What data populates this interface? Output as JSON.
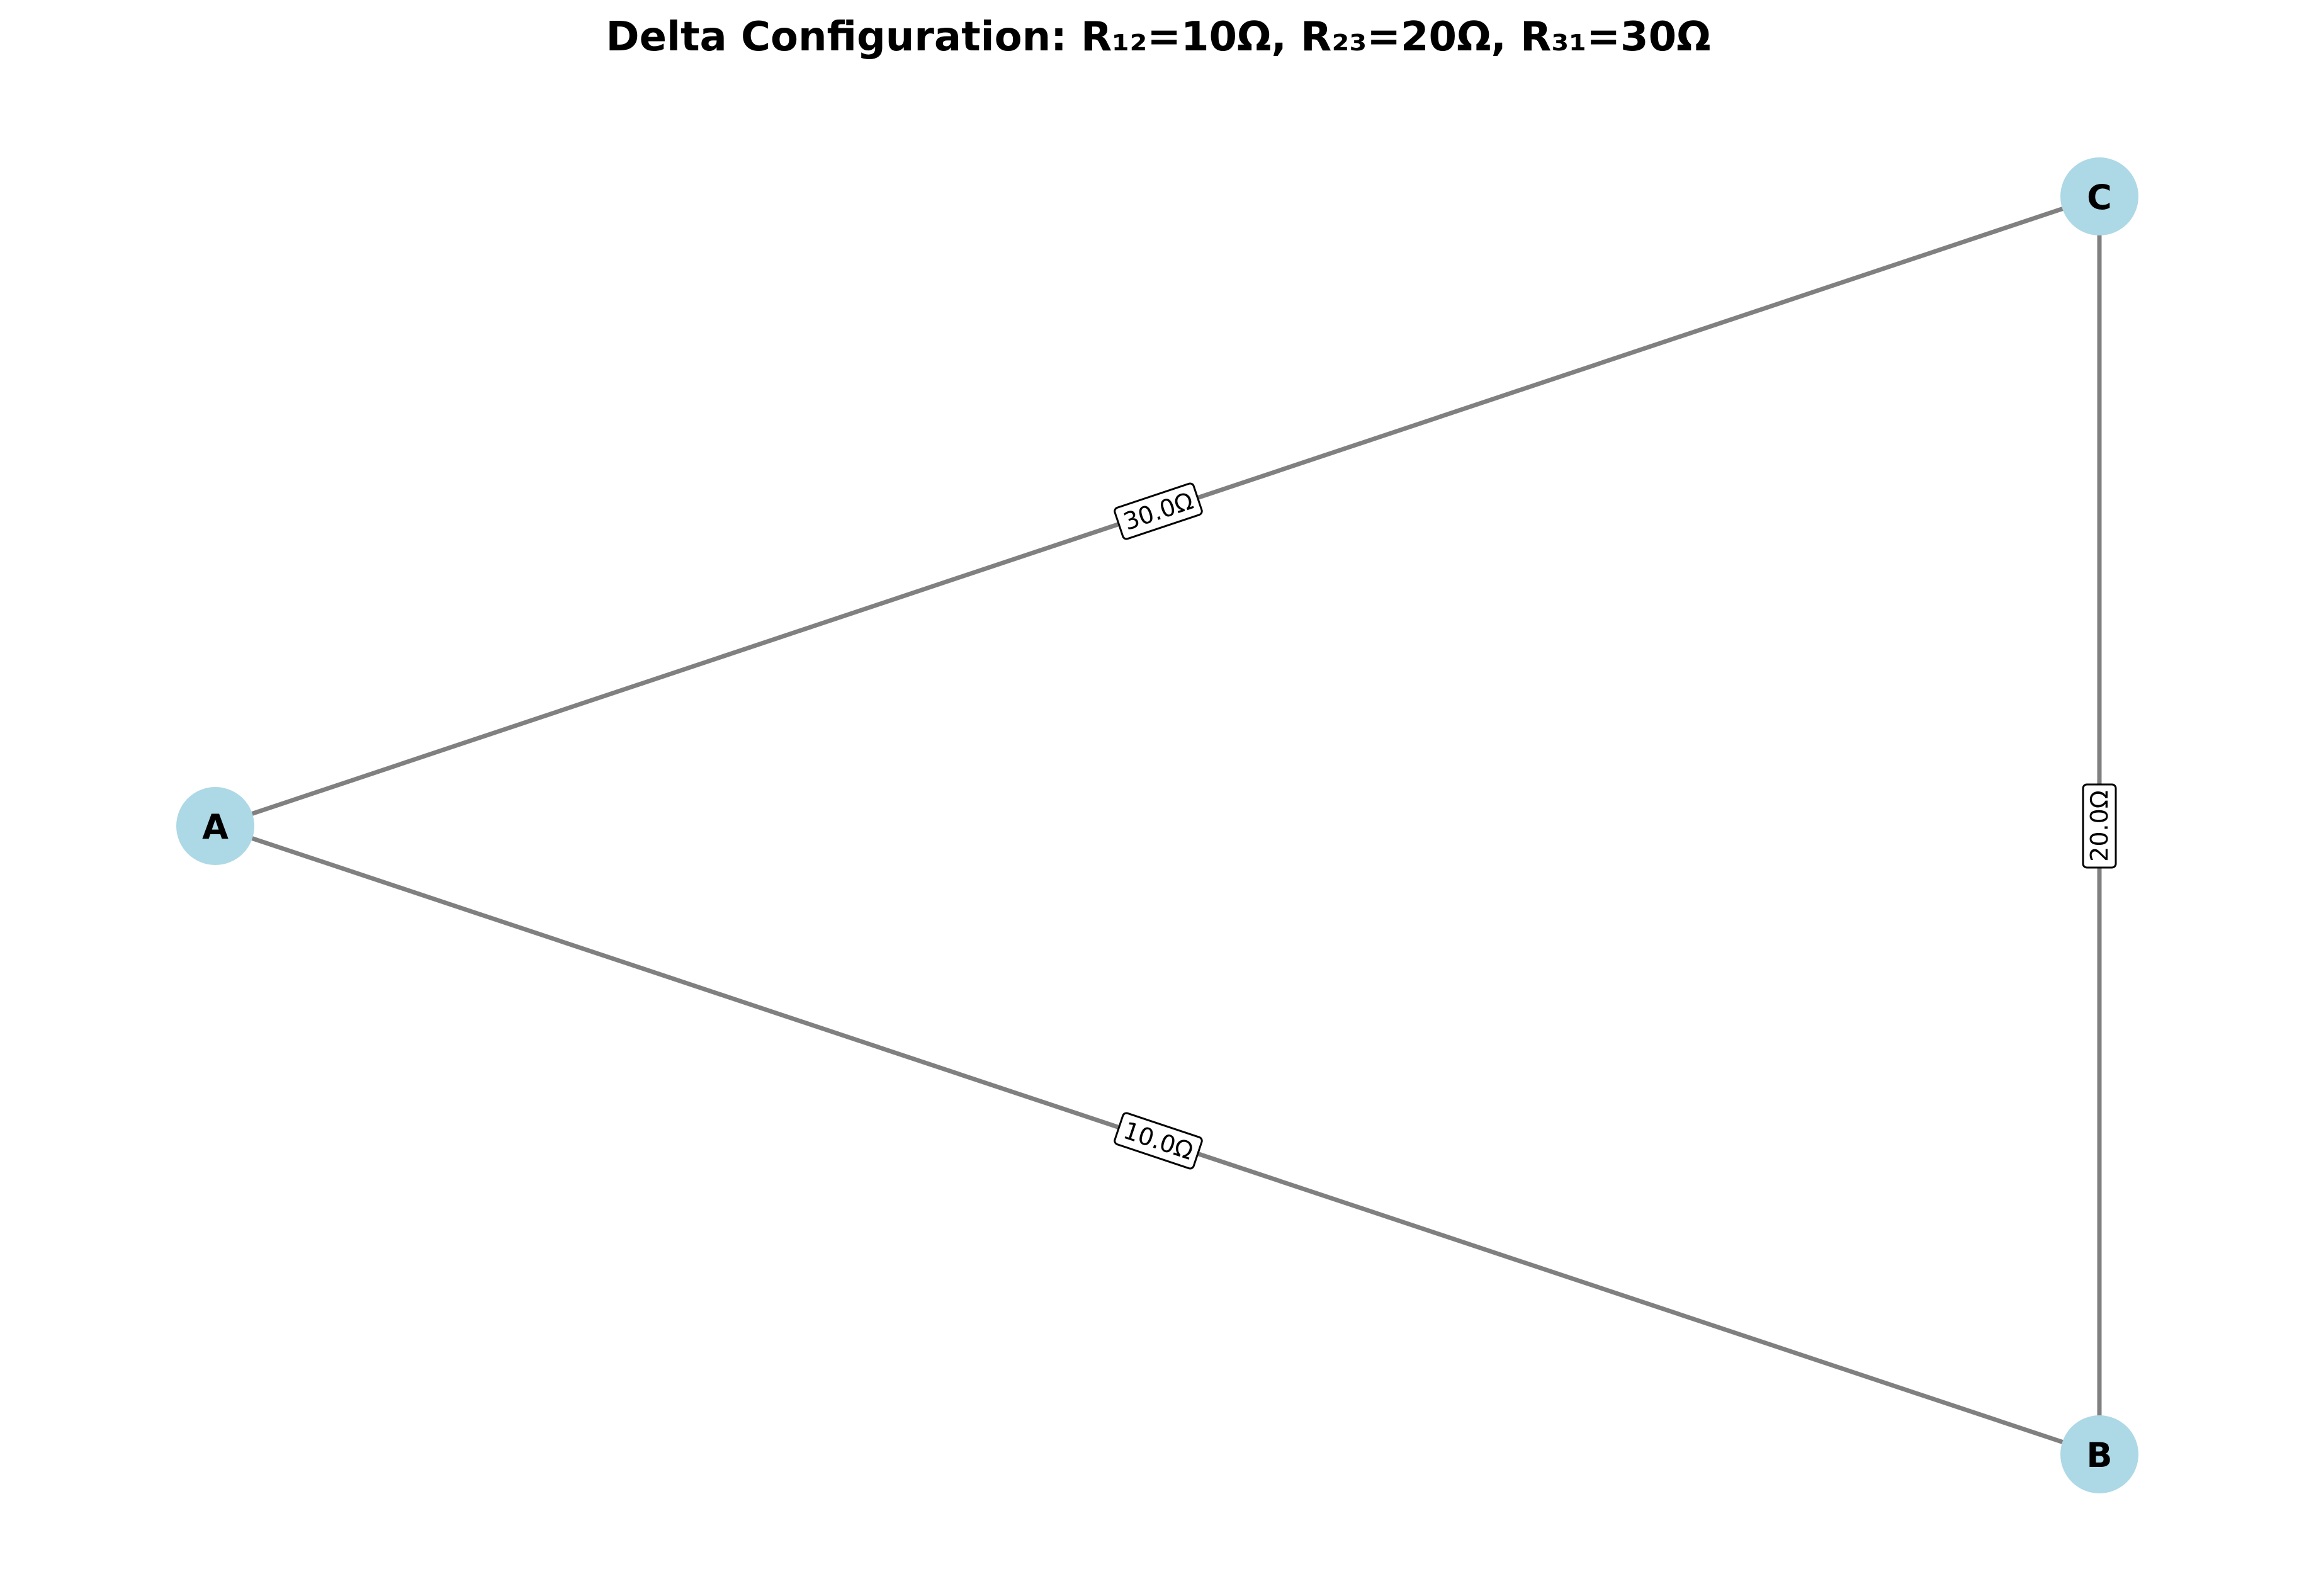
{
  "diagram": {
    "title": "Delta Configuration: R₁₂=10Ω, R₂₃=20Ω, R₃₁=30Ω",
    "nodes": [
      {
        "id": "A",
        "label": "A"
      },
      {
        "id": "B",
        "label": "B"
      },
      {
        "id": "C",
        "label": "C"
      }
    ],
    "edges": [
      {
        "from": "A",
        "to": "C",
        "label": "30.0Ω"
      },
      {
        "from": "C",
        "to": "B",
        "label": "20.0Ω"
      },
      {
        "from": "A",
        "to": "B",
        "label": "10.0Ω"
      }
    ],
    "colors": {
      "node_fill": "#add8e6",
      "edge": "#808080",
      "text": "#000000",
      "background": "#ffffff"
    }
  }
}
